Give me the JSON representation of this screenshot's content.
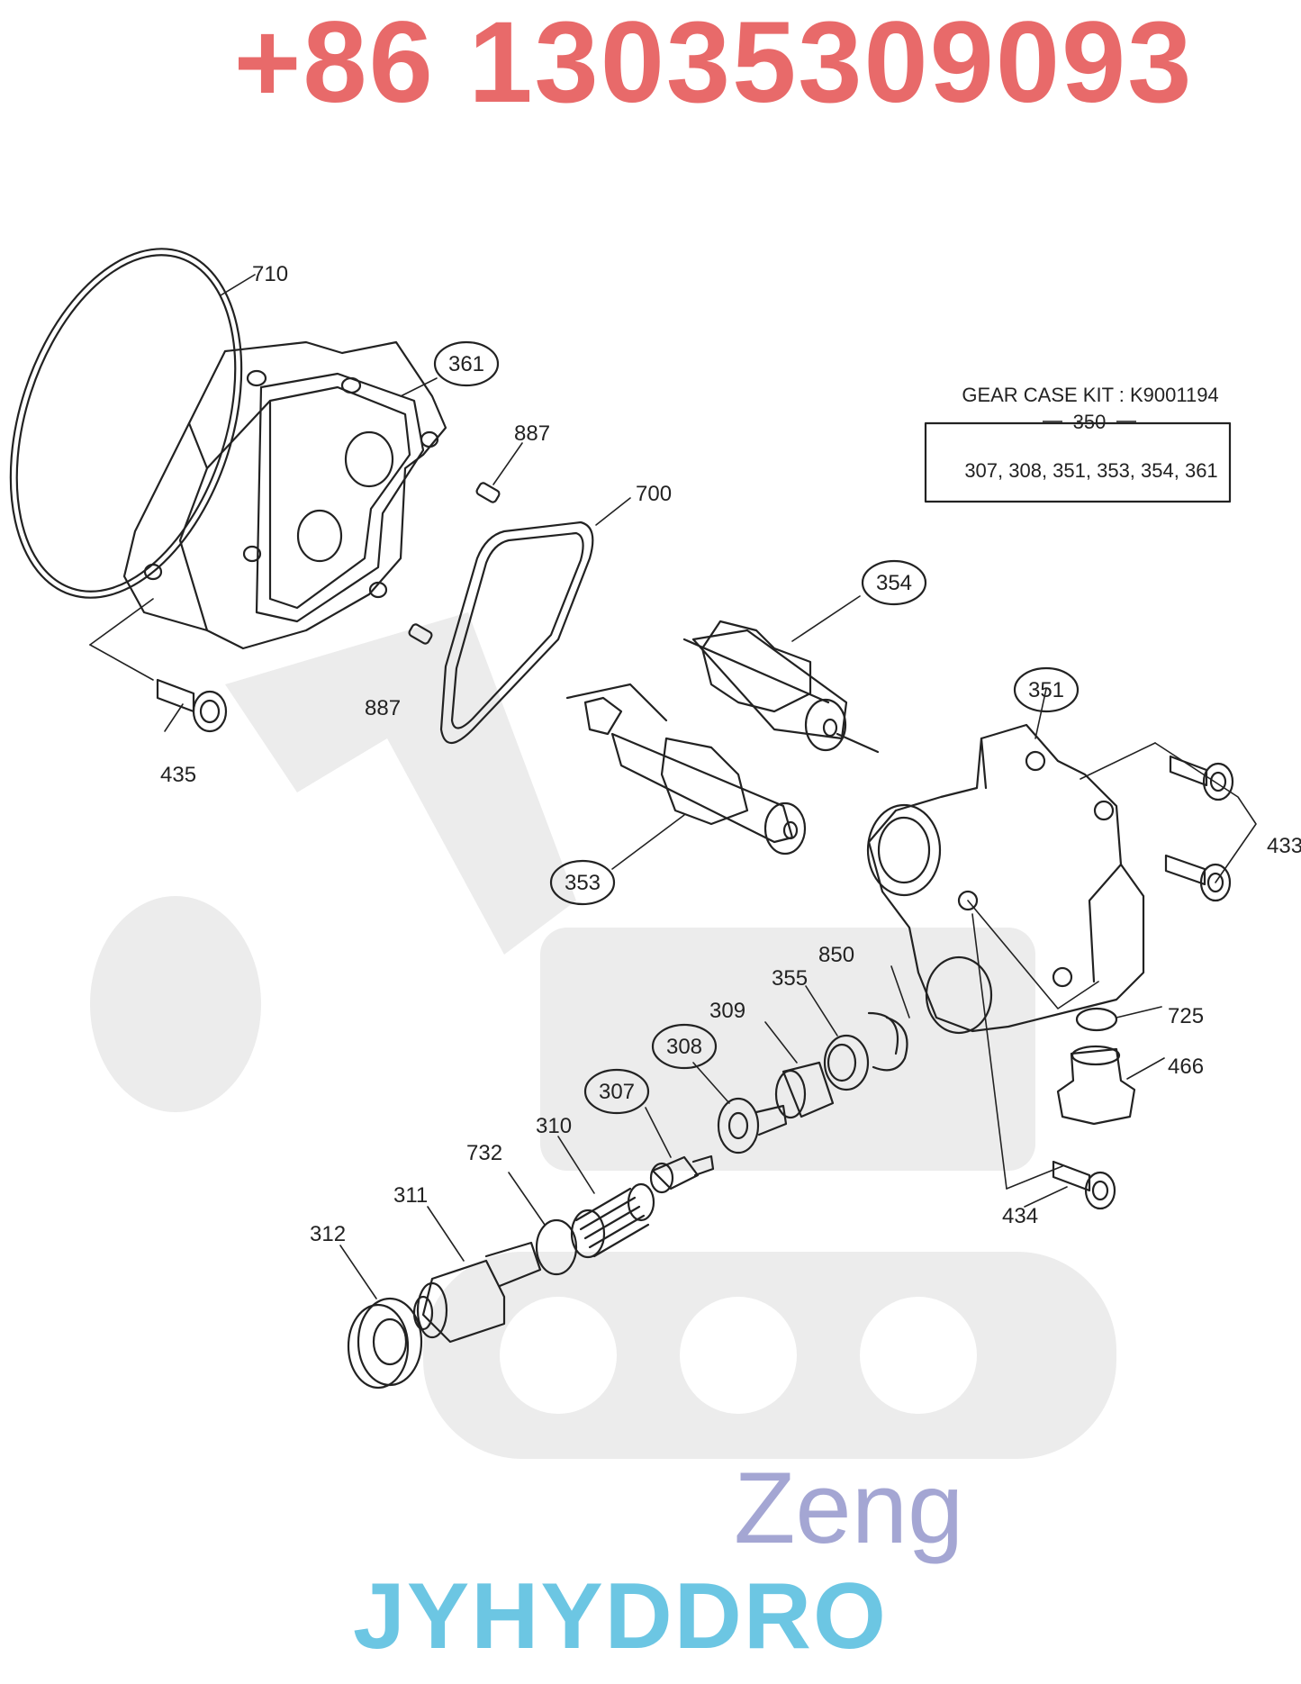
{
  "phone": "+86 13035309093",
  "kit": {
    "title": "GEAR CASE KIT : K9001194",
    "code": "350",
    "parts": "307, 308, 351, 353, 354, 361"
  },
  "labels": {
    "p710": "710",
    "p361": "361",
    "p887a": "887",
    "p887b": "887",
    "p700": "700",
    "p354": "354",
    "p351": "351",
    "p435": "435",
    "p353": "353",
    "p433": "433",
    "p850": "850",
    "p355": "355",
    "p309": "309",
    "p308": "308",
    "p307": "307",
    "p310": "310",
    "p732": "732",
    "p311": "311",
    "p312": "312",
    "p725": "725",
    "p466": "466",
    "p434": "434"
  },
  "brand": {
    "zeng": "Zeng",
    "main": "JYHYDDRO"
  },
  "colors": {
    "phone": "#e86a6a",
    "zeng": "#a4a6d3",
    "main": "#6cc6e3",
    "watermark": "#ececec"
  }
}
